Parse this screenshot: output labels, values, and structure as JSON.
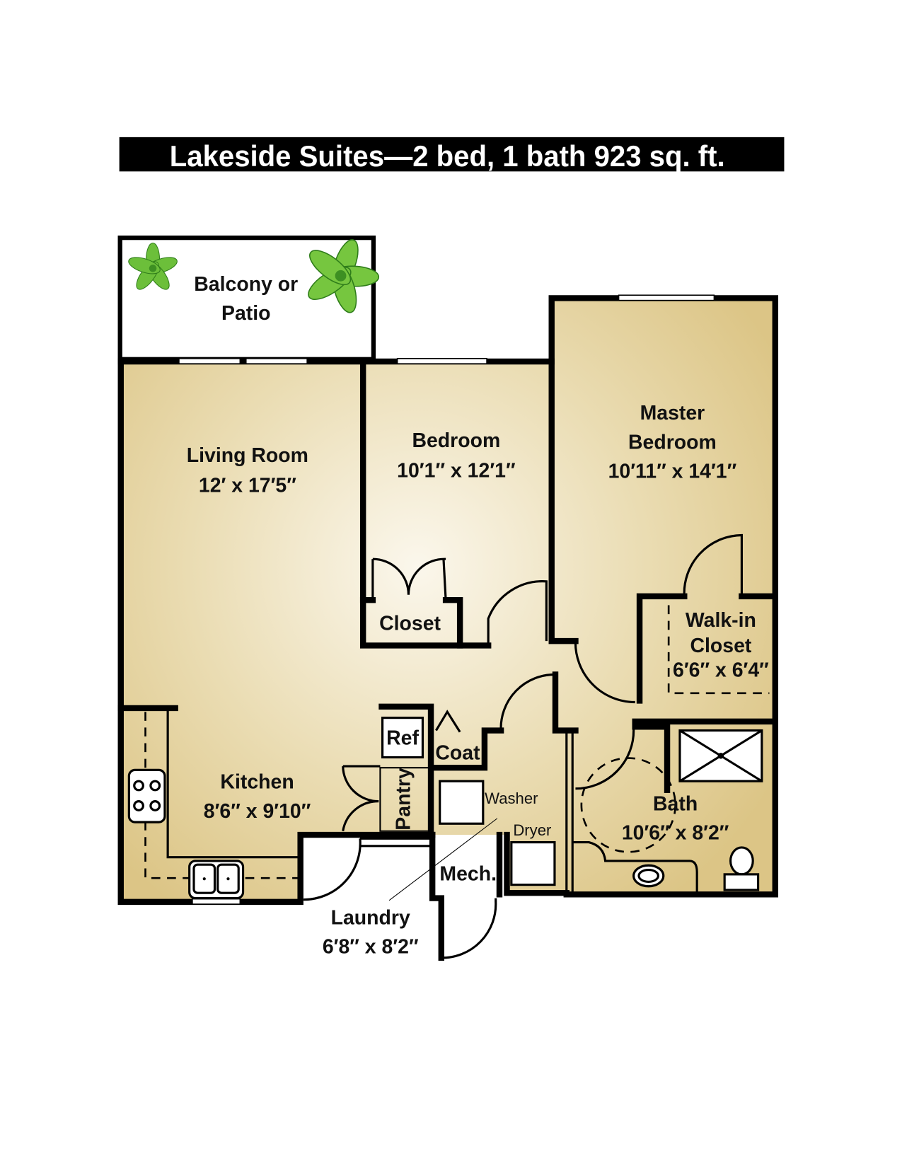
{
  "title": "Lakeside Suites—2 bed, 1 bath 923 sq. ft.",
  "colors": {
    "floor_light": "#f9f3e3",
    "floor_dark": "#dcc586",
    "wall": "#000000",
    "title_bar": "#000000",
    "plant": "#6cbf3a"
  },
  "rooms": {
    "balcony": {
      "line1": "Balcony or",
      "line2": "Patio"
    },
    "living": {
      "name": "Living Room",
      "size": "12′ x 17′5″"
    },
    "bedroom": {
      "name": "Bedroom",
      "size": "10′1″ x 12′1″"
    },
    "master": {
      "line1": "Master",
      "line2": "Bedroom",
      "size": "10′11″ x 14′1″"
    },
    "closet": {
      "name": "Closet"
    },
    "walkin": {
      "line1": "Walk-in",
      "line2": "Closet",
      "size": "6′6″ x 6′4″"
    },
    "kitchen": {
      "name": "Kitchen",
      "size": "8′6″ x 9′10″"
    },
    "ref": {
      "name": "Ref"
    },
    "coat": {
      "name": "Coat"
    },
    "pantry": {
      "name": "Pantry"
    },
    "washer": {
      "name": "Washer"
    },
    "dryer": {
      "name": "Dryer"
    },
    "mech": {
      "name": "Mech."
    },
    "bath": {
      "name": "Bath",
      "size": "10′6″ x 8′2″"
    },
    "laundry": {
      "name": "Laundry",
      "size": "6′8″ x 8′2″"
    }
  },
  "icons": [
    "plant-icon",
    "stove-icon",
    "sink-icon",
    "shower-icon",
    "toilet-icon",
    "door-swing-icon"
  ]
}
